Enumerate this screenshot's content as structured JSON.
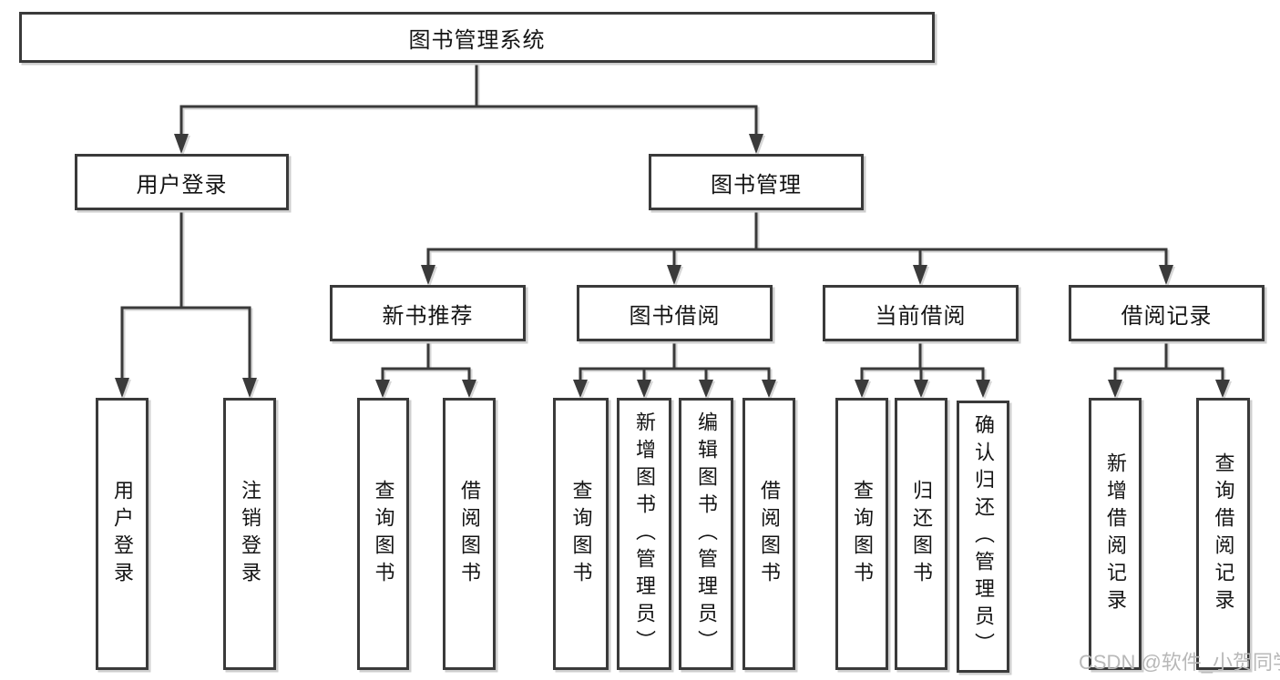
{
  "diagram": {
    "title": "图书管理系统",
    "branches": [
      {
        "label": "用户登录",
        "leaves": [
          "用户登录",
          "注销登录"
        ]
      },
      {
        "label": "图书管理",
        "groups": [
          {
            "label": "新书推荐",
            "leaves": [
              "查询图书",
              "借阅图书"
            ]
          },
          {
            "label": "图书借阅",
            "leaves": [
              "查询图书",
              "新增图书（管理员）",
              "编辑图书（管理员）",
              "借阅图书"
            ]
          },
          {
            "label": "当前借阅",
            "leaves": [
              "查询图书",
              "归还图书",
              "确认归还（管理员）"
            ]
          },
          {
            "label": "借阅记录",
            "leaves": [
              "新增借阅记录",
              "查询借阅记录"
            ]
          }
        ]
      }
    ],
    "watermark": "CSDN @软件_小贺同学",
    "colors": {
      "line": "#3a3a3a",
      "border": "#3a3a3a",
      "text": "#141414",
      "watermark": "#b8b8b8",
      "background": "#ffffff"
    }
  }
}
